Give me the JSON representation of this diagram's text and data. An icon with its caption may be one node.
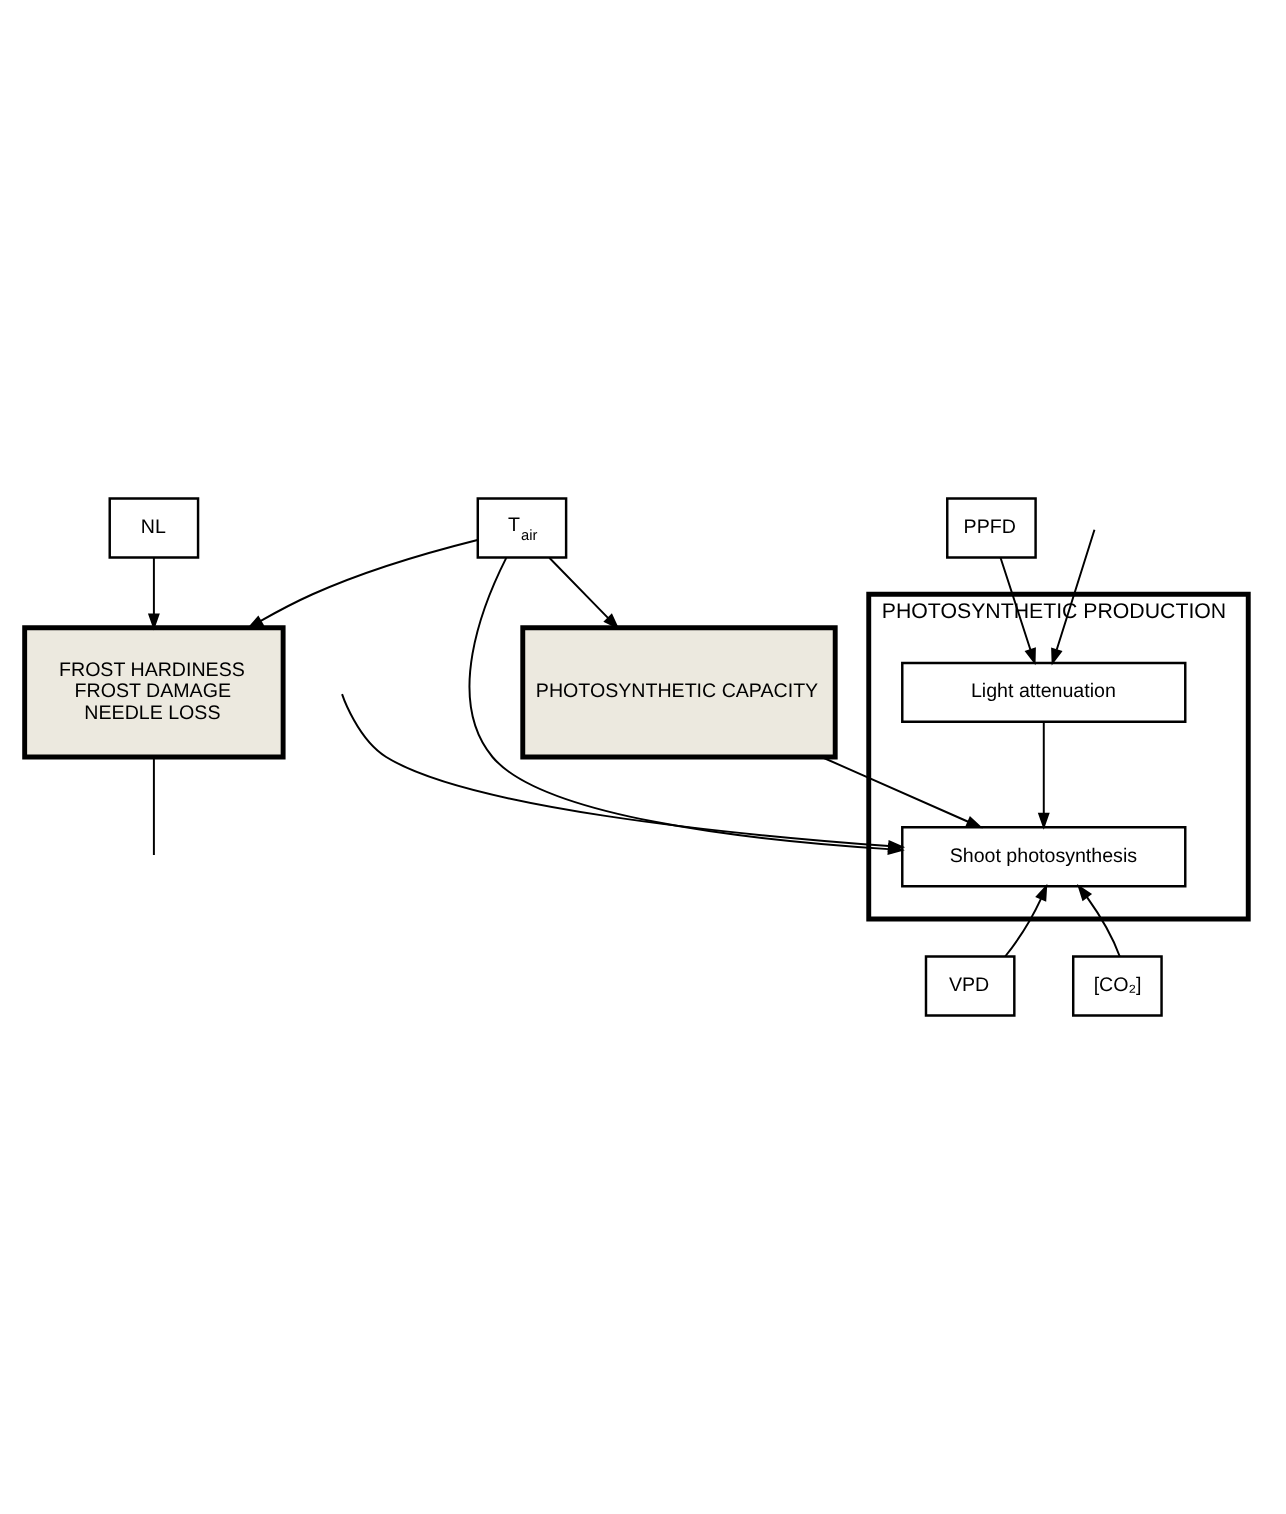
{
  "diagram": {
    "nodes": [
      {
        "text": [
          "T$_{air}$"
        ]
      },
      {
        "text": [
          "NL"
        ]
      },
      {
        "text": [
          "PHOTOSYNTHETIC CAPACITY"
        ]
      },
      {
        "text": [
          "FROST HARDINESS",
          "FROST DAMAGE",
          "NEEDLE LOSS"
        ]
      },
      {
        "text": [
          "PHOTOSYNTHETIC PRODUCTION"
        ]
      },
      {
        "text": [
          "PPFD"
        ]
      },
      {
        "text": [
          "Light attenuation"
        ],
        "in": 4
      },
      {
        "text": [
          "Shoot photosynthesis"
        ],
        "in": 4
      },
      {
        "text": [
          "VPD"
        ]
      },
      {
        "text": [
          "[CO₂]"
        ]
      }
    ],
    "edges": [
      {
        "from": 0,
        "to": 2,
        "arrow": "to"
      },
      {
        "from": 0,
        "to": 3,
        "arrow": "to"
      },
      {
        "from": 1,
        "to": 3,
        "arrow": "to"
      },
      {
        "from": 2,
        "to": 7,
        "arrow": "to"
      },
      {
        "from": 5,
        "to": 6,
        "arrow": "to"
      },
      {
        "from": 6,
        "to": 7,
        "arrow": "to"
      },
      {
        "from": null,
        "to": 6,
        "arrow": "to"
      },
      {
        "from": null,
        "to": 7,
        "arrow": "to"
      },
      {
        "from": 3,
        "to": null,
        "arrow": "none"
      },
      {
        "from": 0,
        "to": 7,
        "arrow": "to"
      },
      {
        "from": 8,
        "to": 7,
        "arrow": "to"
      },
      {
        "from": 9,
        "to": 7,
        "arrow": "to"
      }
    ]
  }
}
